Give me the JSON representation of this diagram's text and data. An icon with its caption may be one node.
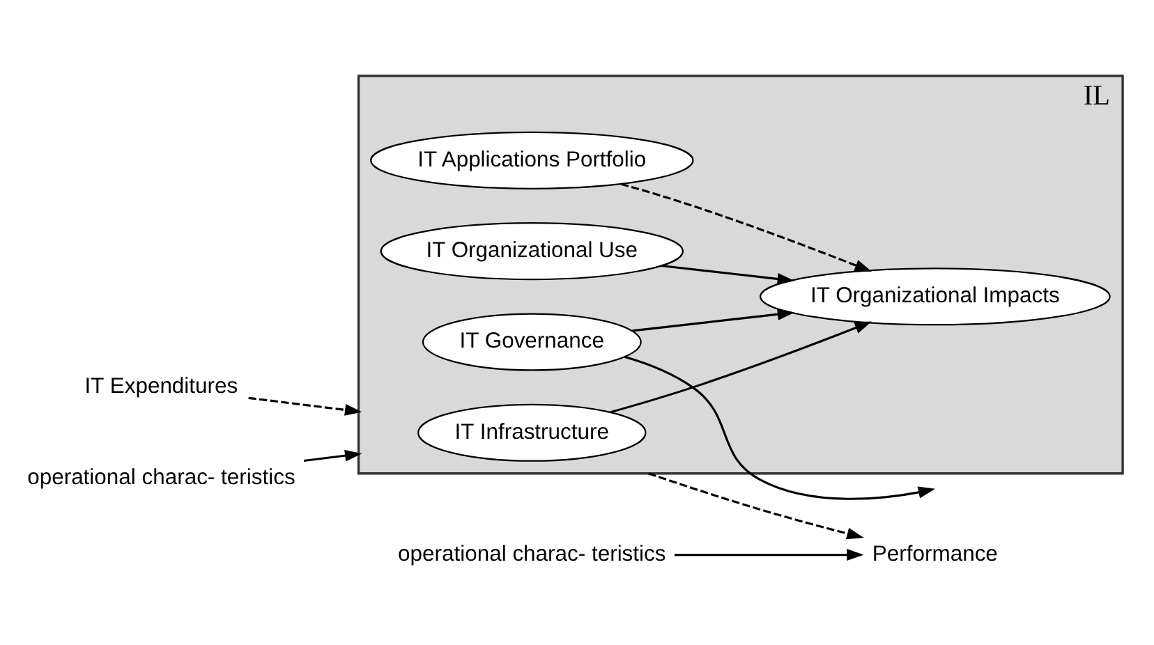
{
  "diagram": {
    "nodes": [
      {
        "text": [
          "IT Expenditures"
        ]
      },
      {
        "text": [
          "IL"
        ]
      },
      {
        "text": [
          "IT Governance"
        ],
        "in": 1
      },
      {
        "text": [
          "IT Applications Portfolio"
        ],
        "in": 1
      },
      {
        "text": [
          "IT Infrastructure"
        ],
        "in": 1
      },
      {
        "text": [
          "IT Organizational Use"
        ],
        "in": 1
      },
      {
        "text": [
          "IT Organizational Impacts"
        ],
        "in": 1
      },
      {
        "text": [
          "operational charac- teristics"
        ]
      },
      {
        "text": [
          "operational charac- teristics"
        ]
      },
      {
        "text": [
          "Performance"
        ]
      }
    ],
    "edges": [
      {
        "from": 0,
        "to": 1,
        "arrow": "to",
        "style": "dashed"
      },
      {
        "from": 2,
        "to": null,
        "arrow": "to"
      },
      {
        "from": 7,
        "to": 1,
        "arrow": "to"
      },
      {
        "from": 2,
        "to": 6,
        "arrow": "to"
      },
      {
        "from": 3,
        "to": 6,
        "arrow": "to",
        "style": "dashed"
      },
      {
        "from": 4,
        "to": 6,
        "arrow": "to"
      },
      {
        "from": 5,
        "to": 6,
        "arrow": "to"
      },
      {
        "from": 1,
        "to": 9,
        "arrow": "to",
        "style": "dashed"
      },
      {
        "from": 8,
        "to": 9,
        "arrow": "to"
      }
    ]
  }
}
